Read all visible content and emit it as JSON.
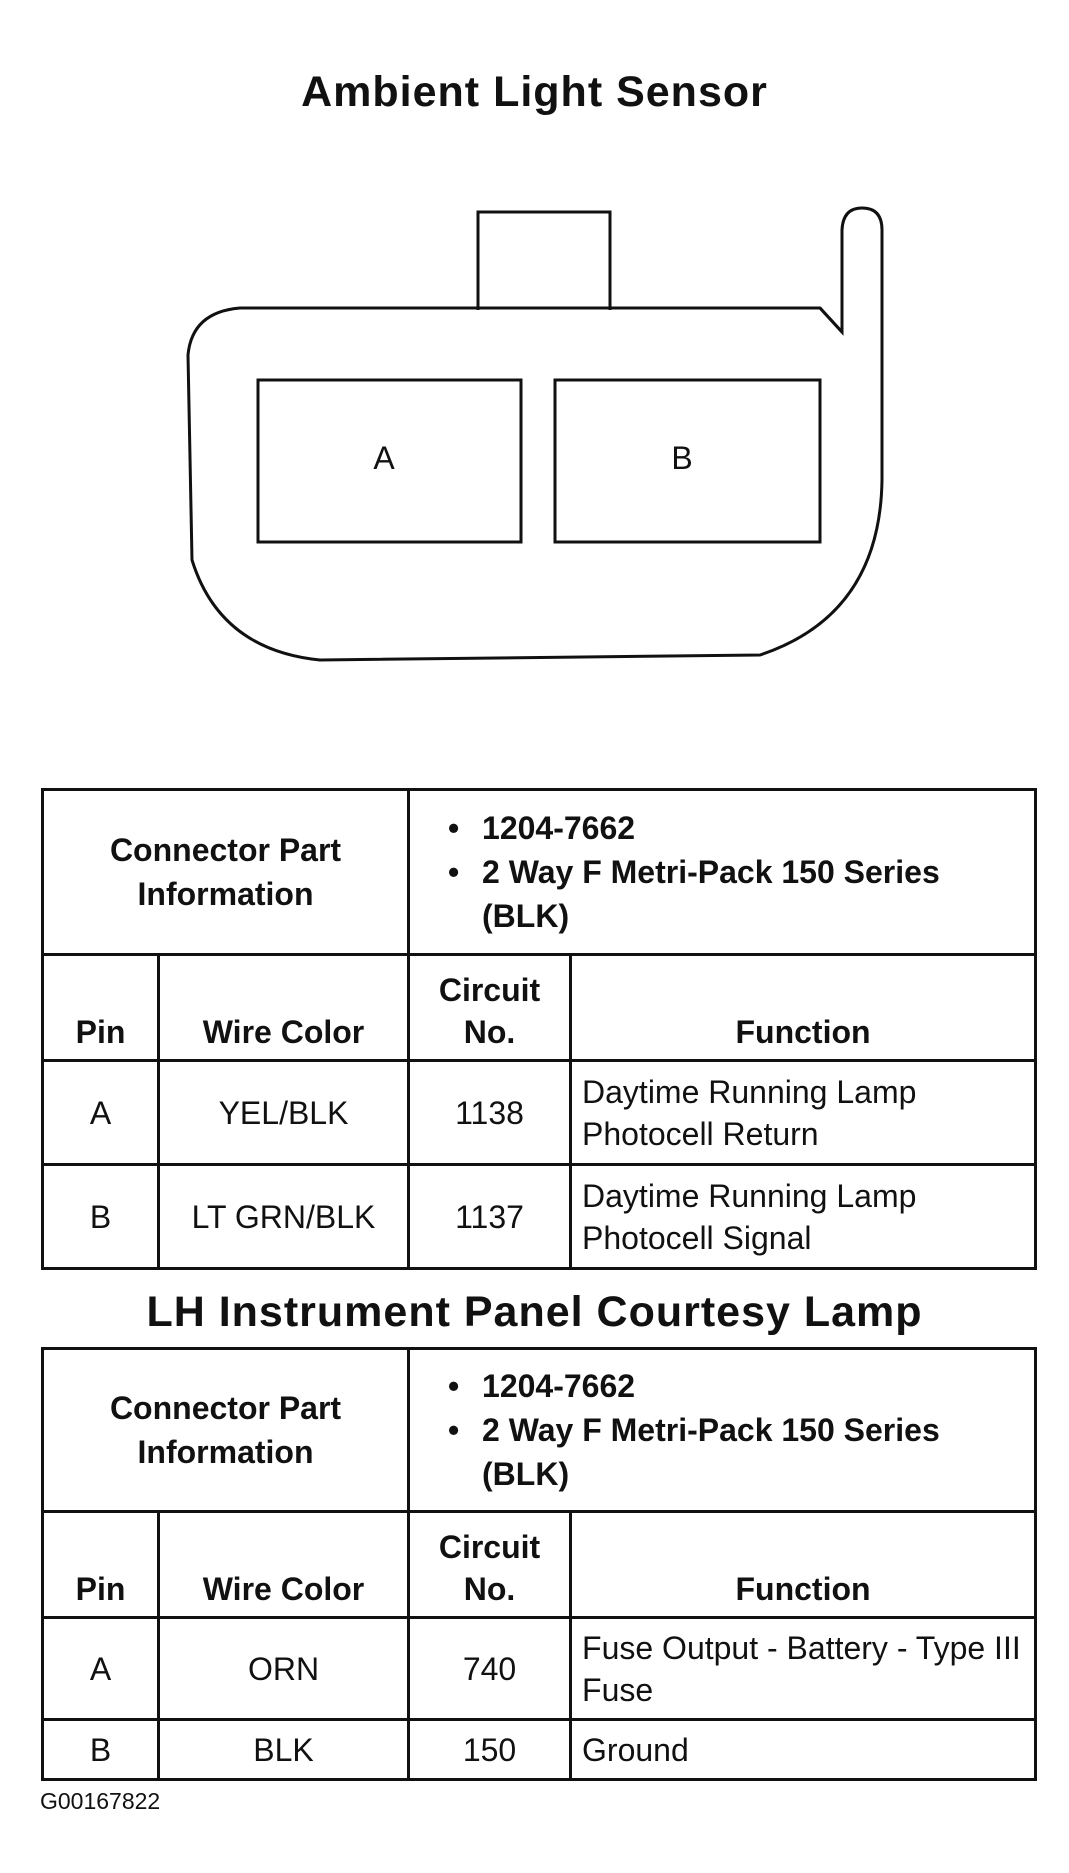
{
  "sections": [
    {
      "title": "Ambient Light Sensor",
      "pins_diagram": [
        "A",
        "B"
      ],
      "connector_label": "Connector Part Information",
      "part_info": [
        "1204-7662",
        "2 Way F Metri-Pack 150 Series (BLK)"
      ],
      "headers": {
        "pin": "Pin",
        "wire_color": "Wire Color",
        "circuit": "Circuit No.",
        "function": "Function"
      },
      "rows": [
        {
          "pin": "A",
          "wire_color": "YEL/BLK",
          "circuit": "1138",
          "function": "Daytime Running Lamp Photocell Return"
        },
        {
          "pin": "B",
          "wire_color": "LT GRN/BLK",
          "circuit": "1137",
          "function": "Daytime Running Lamp Photocell Signal"
        }
      ]
    },
    {
      "title": "LH Instrument Panel Courtesy Lamp",
      "connector_label": "Connector Part Information",
      "part_info": [
        "1204-7662",
        "2 Way F Metri-Pack 150 Series (BLK)"
      ],
      "headers": {
        "pin": "Pin",
        "wire_color": "Wire Color",
        "circuit": "Circuit No.",
        "function": "Function"
      },
      "rows": [
        {
          "pin": "A",
          "wire_color": "ORN",
          "circuit": "740",
          "function": "Fuse Output - Battery - Type III Fuse"
        },
        {
          "pin": "B",
          "wire_color": "BLK",
          "circuit": "150",
          "function": "Ground"
        }
      ]
    }
  ],
  "figure_code": "G00167822"
}
